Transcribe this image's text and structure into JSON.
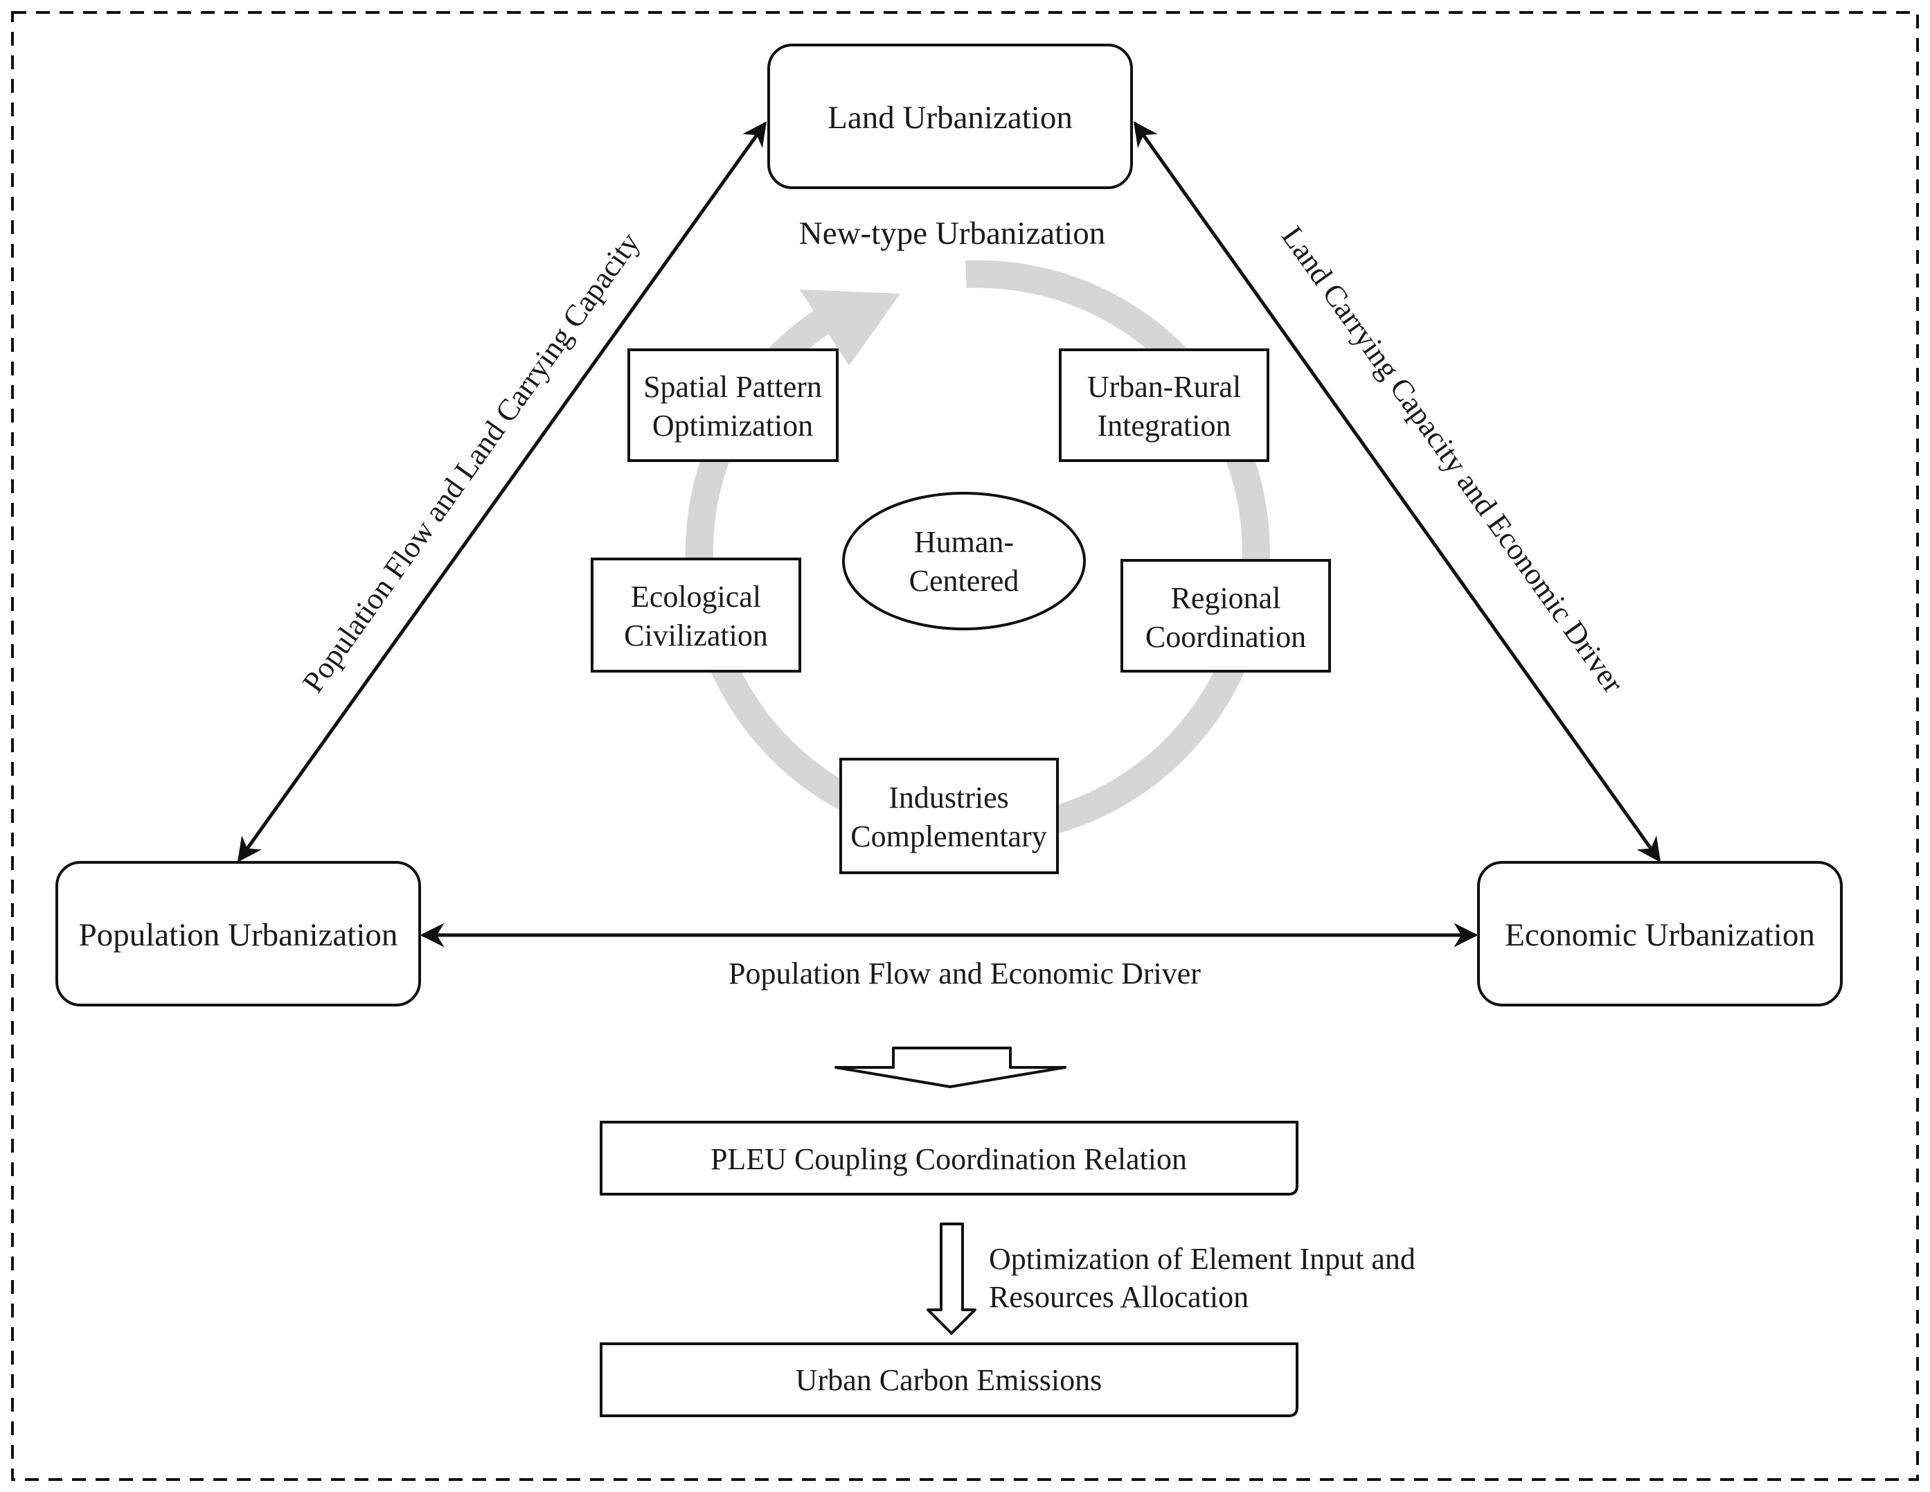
{
  "title": "New-type Urbanization",
  "nodes": {
    "land": "Land Urbanization",
    "population": "Population Urbanization",
    "economic": "Economic Urbanization"
  },
  "center": {
    "hub_line1": "Human-",
    "hub_line2": "Centered",
    "spatial_line1": "Spatial Pattern",
    "spatial_line2": "Optimization",
    "urban_rural_line1": "Urban-Rural",
    "urban_rural_line2": "Integration",
    "ecological_line1": "Ecological",
    "ecological_line2": "Civilization",
    "regional_line1": "Regional",
    "regional_line2": "Coordination",
    "industries_line1": "Industries",
    "industries_line2": "Complementary"
  },
  "edges": {
    "left": "Population Flow and Land Carrying Capacity",
    "right": "Land Carrying Capacity and Economic Driver",
    "bottom": "Population Flow and Economic Driver"
  },
  "flow": {
    "relation": "PLEU Coupling Coordination Relation",
    "optimization_line1": "Optimization of Element Input and",
    "optimization_line2": "Resources Allocation",
    "emissions": "Urban Carbon Emissions"
  },
  "colors": {
    "stroke": "#111111",
    "cycle_ring": "#d6d6d6",
    "background": "#ffffff"
  }
}
